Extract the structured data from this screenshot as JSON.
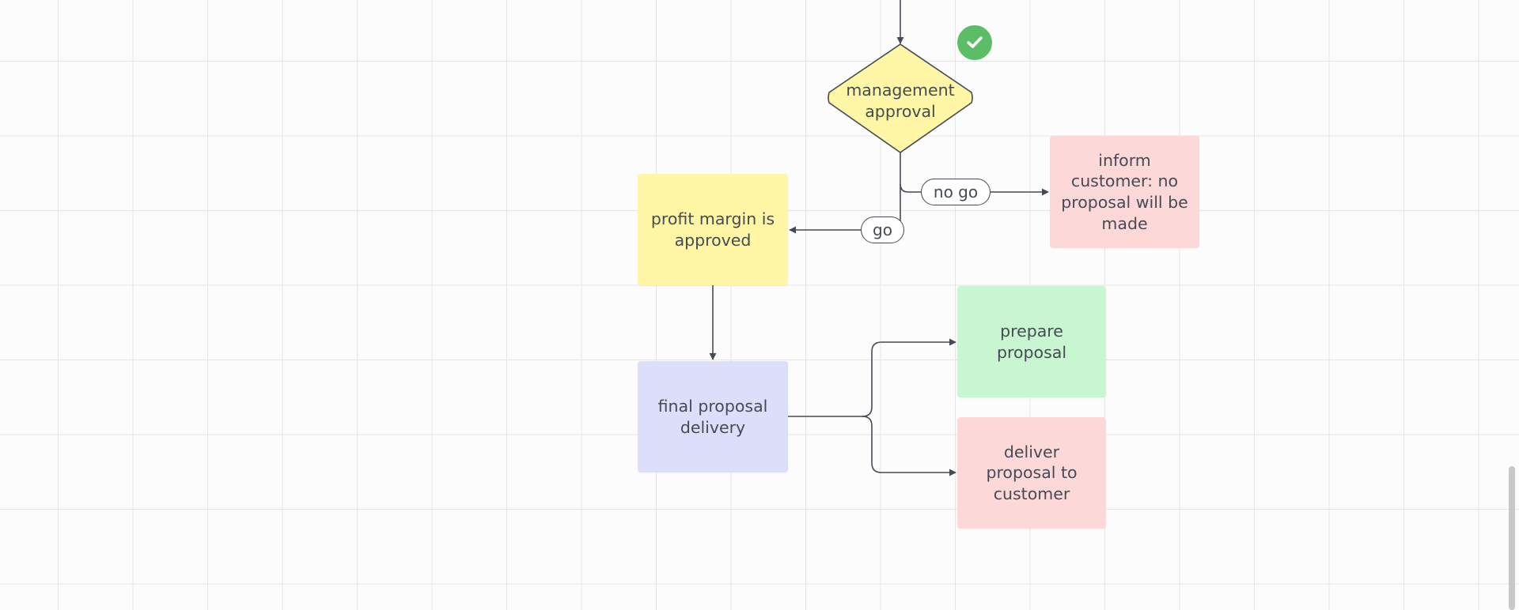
{
  "nodes": {
    "decision": "management approval",
    "profit_margin": "profit margin is approved",
    "inform_customer": "inform customer: no proposal will be made",
    "final_delivery": "final proposal delivery",
    "prepare": "prepare proposal",
    "deliver": "deliver proposal to customer"
  },
  "edge_labels": {
    "go": "go",
    "no_go": "no go"
  },
  "status": {
    "icon": "check-icon",
    "color": "#5cbd67"
  },
  "colors": {
    "yellow": "#fff6a6",
    "red": "#fdd8d8",
    "purple": "#dddefa",
    "green": "#c8f6d0",
    "stroke": "#454b54"
  }
}
